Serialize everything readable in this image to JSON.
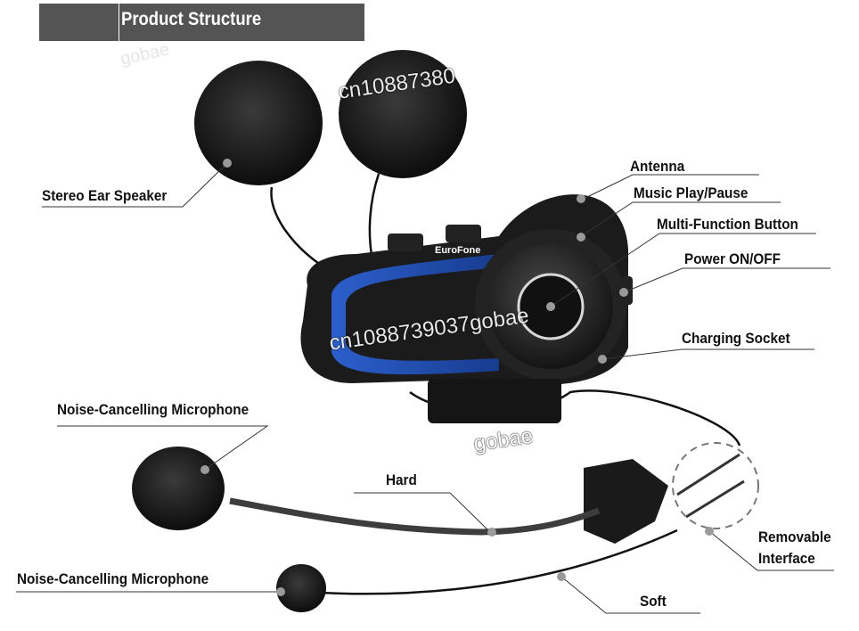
{
  "header": {
    "title": "Product Structure"
  },
  "device": {
    "brand_logo": "EuroFone"
  },
  "labels": {
    "stereo_ear_speaker": "Stereo Ear Speaker",
    "antenna": "Antenna",
    "music_play_pause": "Music Play/Pause",
    "multi_function_button": "Multi-Function Button",
    "power_on_off": "Power  ON/OFF",
    "charging_socket": "Charging Socket",
    "noise_cancelling_mic_1": "Noise-Cancelling Microphone",
    "hard": "Hard",
    "removable_interface": "Removable\nInterface",
    "noise_cancelling_mic_2": "Noise-Cancelling Microphone",
    "soft": "Soft"
  },
  "watermarks": {
    "main": "cn1088739037gobae",
    "partial_top": "cn10887380",
    "partial_mid": "gobae"
  },
  "colors": {
    "header_bg": "#545454",
    "accent_blue": "#1f4fb0",
    "body_dark": "#1b1b1b"
  }
}
